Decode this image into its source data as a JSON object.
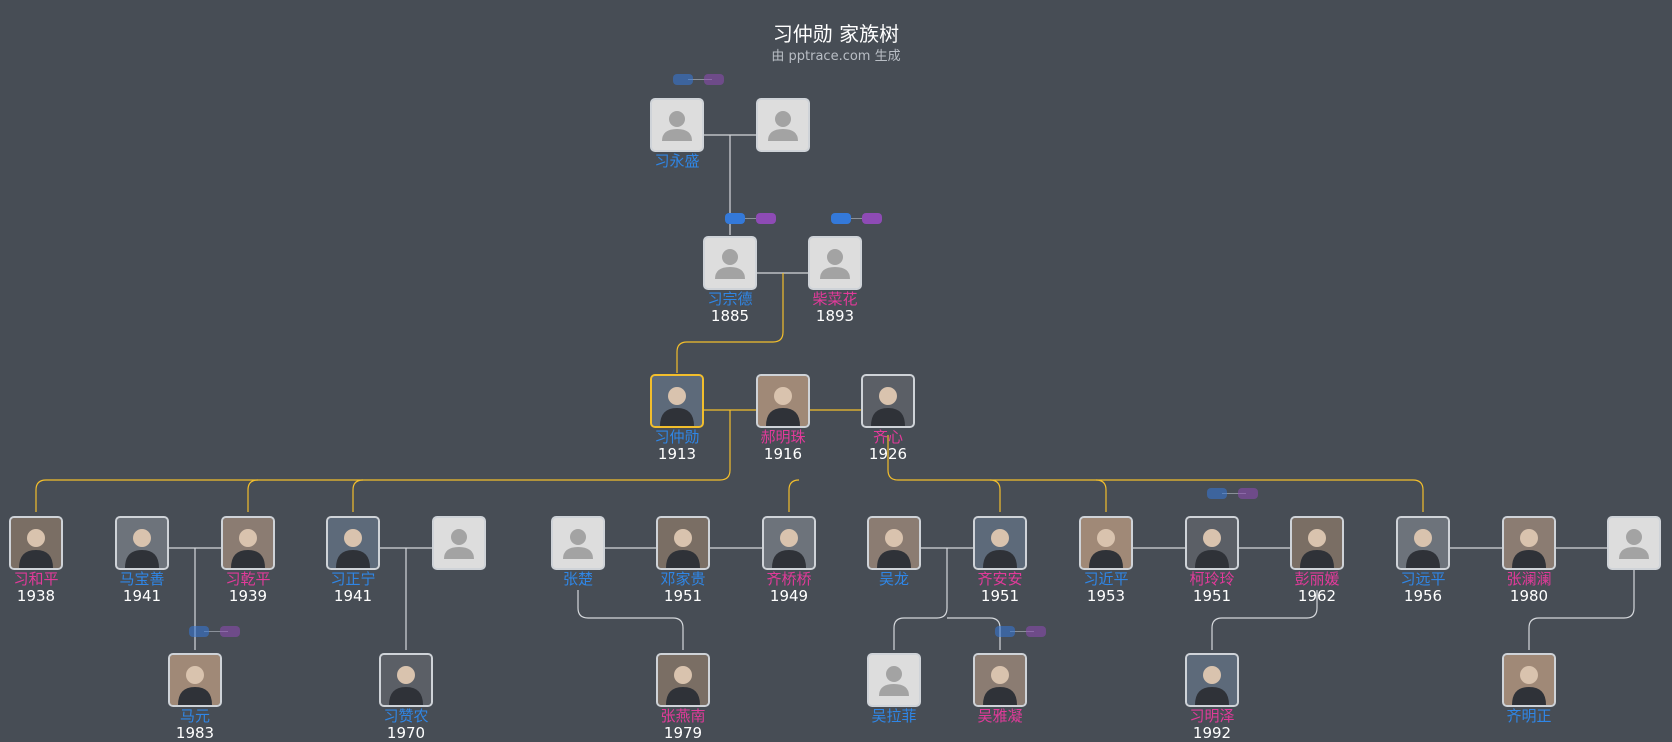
{
  "header": {
    "title": "习仲勋 家族树",
    "subtitle": "由 pptrace.com 生成"
  },
  "colors": {
    "male": "#2f86e6",
    "female": "#e23a9a",
    "lineage": "#f2be2c",
    "line": "#d4d7db",
    "background": "#474d55"
  },
  "people": [
    {
      "id": "xiyongsheng",
      "name": "习永盛",
      "year": "",
      "gender": "m",
      "photo": "placeholder"
    },
    {
      "id": "g0spouse",
      "name": "",
      "year": "",
      "gender": "f",
      "photo": "placeholder"
    },
    {
      "id": "xizongde",
      "name": "习宗德",
      "year": "1885",
      "gender": "m",
      "photo": "placeholder"
    },
    {
      "id": "chaicaihua",
      "name": "柴菜花",
      "year": "1893",
      "gender": "f",
      "photo": "placeholder"
    },
    {
      "id": "xizhongxun",
      "name": "习仲勋",
      "year": "1913",
      "gender": "m",
      "photo": "photo",
      "selected": true
    },
    {
      "id": "haomingzhu",
      "name": "郝明珠",
      "year": "1916",
      "gender": "f",
      "photo": "photo"
    },
    {
      "id": "qixin",
      "name": "齐心",
      "year": "1926",
      "gender": "f",
      "photo": "photo"
    },
    {
      "id": "xiheping",
      "name": "习和平",
      "year": "1938",
      "gender": "f",
      "photo": "photo"
    },
    {
      "id": "mabaoshan",
      "name": "马宝善",
      "year": "1941",
      "gender": "m",
      "photo": "photo"
    },
    {
      "id": "xiqianping",
      "name": "习乾平",
      "year": "1939",
      "gender": "f",
      "photo": "photo"
    },
    {
      "id": "xizhengning",
      "name": "习正宁",
      "year": "1941",
      "gender": "m",
      "photo": "photo"
    },
    {
      "id": "zhengningspouse",
      "name": "",
      "year": "",
      "gender": "f",
      "photo": "placeholder"
    },
    {
      "id": "zhangchu",
      "name": "张楚",
      "year": "",
      "gender": "m",
      "photo": "placeholder"
    },
    {
      "id": "dengjiagui",
      "name": "邓家贵",
      "year": "1951",
      "gender": "m",
      "photo": "photo"
    },
    {
      "id": "qiqiaoqiao",
      "name": "齐桥桥",
      "year": "1949",
      "gender": "f",
      "photo": "photo"
    },
    {
      "id": "wulong",
      "name": "吴龙",
      "year": "",
      "gender": "m",
      "photo": "photo"
    },
    {
      "id": "qianan",
      "name": "齐安安",
      "year": "1951",
      "gender": "f",
      "photo": "photo"
    },
    {
      "id": "xijinping",
      "name": "习近平",
      "year": "1953",
      "gender": "m",
      "photo": "photo"
    },
    {
      "id": "kelingling",
      "name": "柯玲玲",
      "year": "1951",
      "gender": "f",
      "photo": "photo"
    },
    {
      "id": "pengliyuan",
      "name": "彭丽媛",
      "year": "1962",
      "gender": "f",
      "photo": "photo"
    },
    {
      "id": "xiyuanping",
      "name": "习远平",
      "year": "1956",
      "gender": "m",
      "photo": "photo"
    },
    {
      "id": "zhanglanlan",
      "name": "张澜澜",
      "year": "1980",
      "gender": "f",
      "photo": "photo"
    },
    {
      "id": "yuanpingspouse",
      "name": "",
      "year": "",
      "gender": "f",
      "photo": "placeholder"
    },
    {
      "id": "mayuan",
      "name": "马元",
      "year": "1983",
      "gender": "m",
      "photo": "photo"
    },
    {
      "id": "xizannong",
      "name": "习赞农",
      "year": "1970",
      "gender": "m",
      "photo": "photo"
    },
    {
      "id": "zhangyannan",
      "name": "张燕南",
      "year": "1979",
      "gender": "f",
      "photo": "photo"
    },
    {
      "id": "wulafei",
      "name": "吴拉菲",
      "year": "",
      "gender": "m",
      "photo": "placeholder"
    },
    {
      "id": "wuyaning",
      "name": "吴雅凝",
      "year": "",
      "gender": "f",
      "photo": "photo"
    },
    {
      "id": "ximingze",
      "name": "习明泽",
      "year": "1992",
      "gender": "f",
      "photo": "photo"
    },
    {
      "id": "qimingzheng",
      "name": "齐明正",
      "year": "",
      "gender": "m",
      "photo": "photo"
    }
  ]
}
